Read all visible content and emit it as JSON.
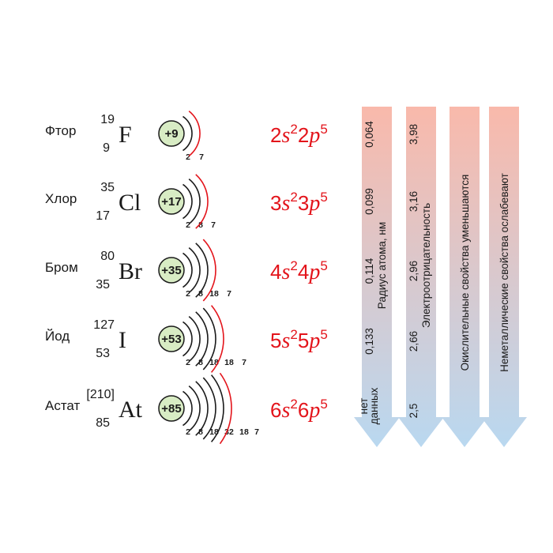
{
  "elements": [
    {
      "name": "Фтор",
      "mass": "19",
      "z": "9",
      "symbol": "F",
      "charge": "+9",
      "shells": [
        "2",
        "7"
      ],
      "config": {
        "n": "2",
        "s_exp": "2",
        "p_exp": "5"
      }
    },
    {
      "name": "Хлор",
      "mass": "35",
      "z": "17",
      "symbol": "Cl",
      "charge": "+17",
      "shells": [
        "2",
        "8",
        "7"
      ],
      "config": {
        "n": "3",
        "s_exp": "2",
        "p_exp": "5"
      }
    },
    {
      "name": "Бром",
      "mass": "80",
      "z": "35",
      "symbol": "Br",
      "charge": "+35",
      "shells": [
        "2",
        "8",
        "18",
        "7"
      ],
      "config": {
        "n": "4",
        "s_exp": "2",
        "p_exp": "5"
      }
    },
    {
      "name": "Йод",
      "mass": "127",
      "z": "53",
      "symbol": "I",
      "charge": "+53",
      "shells": [
        "2",
        "8",
        "18",
        "18",
        "7"
      ],
      "config": {
        "n": "5",
        "s_exp": "2",
        "p_exp": "5"
      }
    },
    {
      "name": "Астат",
      "mass": "[210]",
      "z": "85",
      "symbol": "At",
      "charge": "+85",
      "shells": [
        "2",
        "8",
        "18",
        "32",
        "18",
        "7"
      ],
      "config": {
        "n": "6",
        "s_exp": "2",
        "p_exp": "5"
      }
    }
  ],
  "orbital_s": "s",
  "orbital_p": "p",
  "columns": [
    {
      "title": "Радиус атома, нм",
      "values": [
        "0,064",
        "0,099",
        "0,114",
        "0,133",
        "нет данных"
      ]
    },
    {
      "title": "Электроотрицательность",
      "values": [
        "3,98",
        "3,16",
        "2,96",
        "2,66",
        "2,5"
      ]
    },
    {
      "title": "Окислительные свойства уменьшаются",
      "values": []
    },
    {
      "title": "Неметаллические свойства ослабевают",
      "values": []
    }
  ],
  "colors": {
    "accent_red": "#e3141b",
    "arrow_top": "#f9b9ab",
    "arrow_bottom": "#b9d8f0",
    "nucleus_fill": "#d8ecc4",
    "nucleus_stroke": "#1a1a1a"
  }
}
